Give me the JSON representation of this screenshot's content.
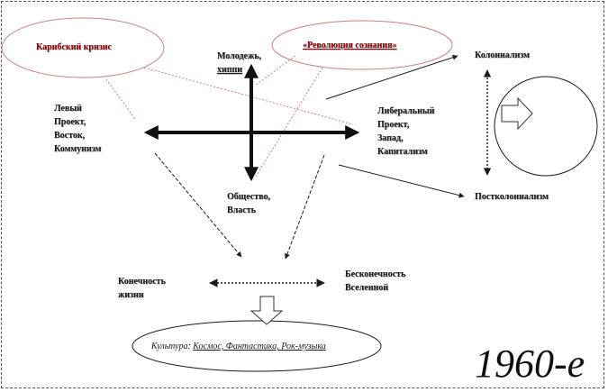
{
  "labels": {
    "caribbean_crisis": "Карибский кризис",
    "consciousness_revolution": "«Революция сознания»",
    "youth_hippies": [
      "Молодежь,",
      "хиппи"
    ],
    "left_project": [
      "Левый",
      "Проект,",
      "Восток,",
      "Коммунизм"
    ],
    "liberal_project": [
      "Либеральный",
      "Проект,",
      "Запад,",
      "Капитализм"
    ],
    "society_power": [
      "Общество,",
      "Власть"
    ],
    "colonialism": "Колониализм",
    "postcolonialism": "Постколониализм",
    "finitude_of_life": [
      "Конечность",
      "жизни"
    ],
    "infinity_of_universe": [
      "Бесконечность",
      "Вселенной"
    ],
    "culture_prefix": "Культура: ",
    "culture_items": "Космос, Фантастика, Рок-музыка",
    "era": "1960-е"
  },
  "colors": {
    "accent_red": "#8b0000",
    "line": "#1a1a1a"
  },
  "icons": [
    "double-headed-arrow",
    "dashed-line-arrow",
    "block-arrow-down",
    "block-arrow-right",
    "ellipse"
  ]
}
